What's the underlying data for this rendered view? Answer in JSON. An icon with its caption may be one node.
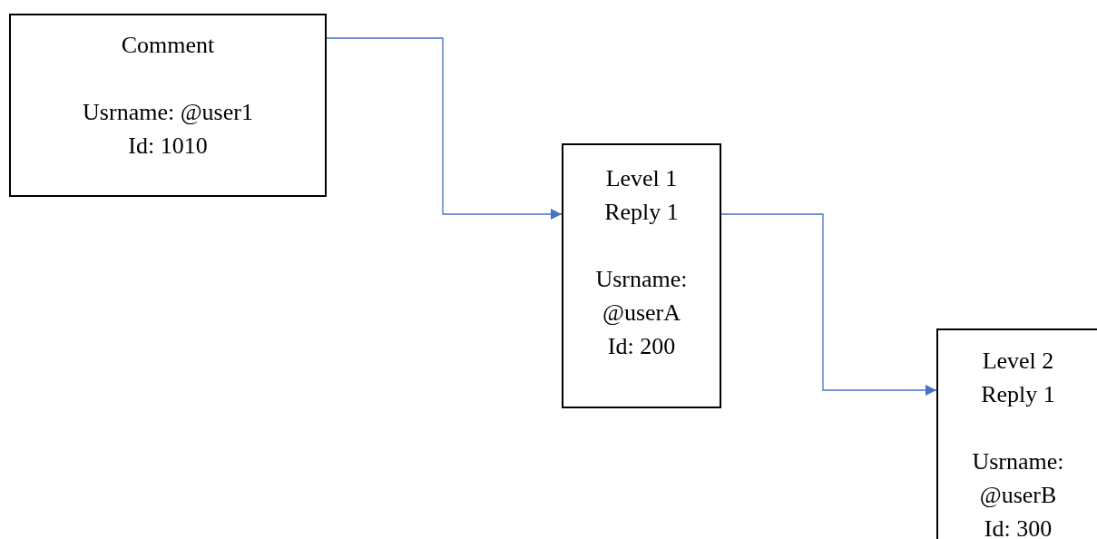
{
  "diagram": {
    "nodes": [
      {
        "text": [
          "Comment",
          "Usrname: @user1",
          "Id: 1010"
        ]
      },
      {
        "text": [
          "Level 1 Reply 1",
          "Usrname: @userA Id: 200"
        ]
      },
      {
        "text": [
          "Level 2 Reply 1",
          "Usrname: @userB Id: 300"
        ]
      }
    ],
    "edges": [
      {
        "from": 0,
        "to": 1,
        "arrow": "to",
        "color": "#4472c4"
      },
      {
        "from": 1,
        "to": 2,
        "arrow": "to",
        "color": "#4472c4"
      }
    ]
  }
}
